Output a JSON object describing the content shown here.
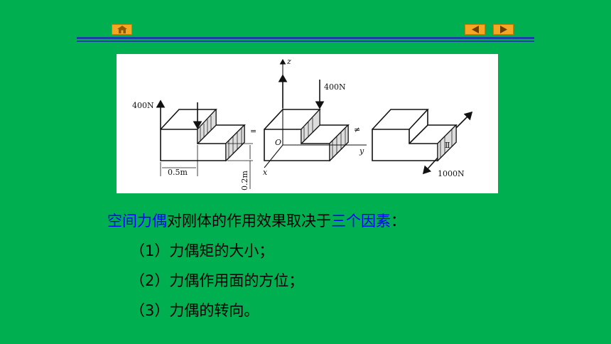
{
  "nav": {
    "home_icon": "home-icon",
    "prev_icon": "triangle-left-icon",
    "next_icon": "triangle-right-icon",
    "accent": "#f5a623"
  },
  "figure": {
    "label_400n_left": "400N",
    "label_400n_mid": "400N",
    "label_1000n": "1000N",
    "label_05m": "0.5m",
    "label_02m": "0.2m",
    "label_z": "z",
    "label_y": "y",
    "label_x": "x",
    "label_o": "O",
    "label_eq": "=",
    "label_neq": "≠",
    "label_roman": "Ⅱ"
  },
  "content": {
    "lead_hl1": "空间力偶",
    "lead_mid": "对刚体的作用效果取决于",
    "lead_hl2": "三个因素",
    "lead_end": "：",
    "items": [
      "（1）力偶矩的大小；",
      "（2）力偶作用面的方位；",
      "（3）力偶的转向。"
    ]
  },
  "colors": {
    "background": "#00b050",
    "highlight": "#0000ff",
    "rule": "#1c3fa8"
  }
}
